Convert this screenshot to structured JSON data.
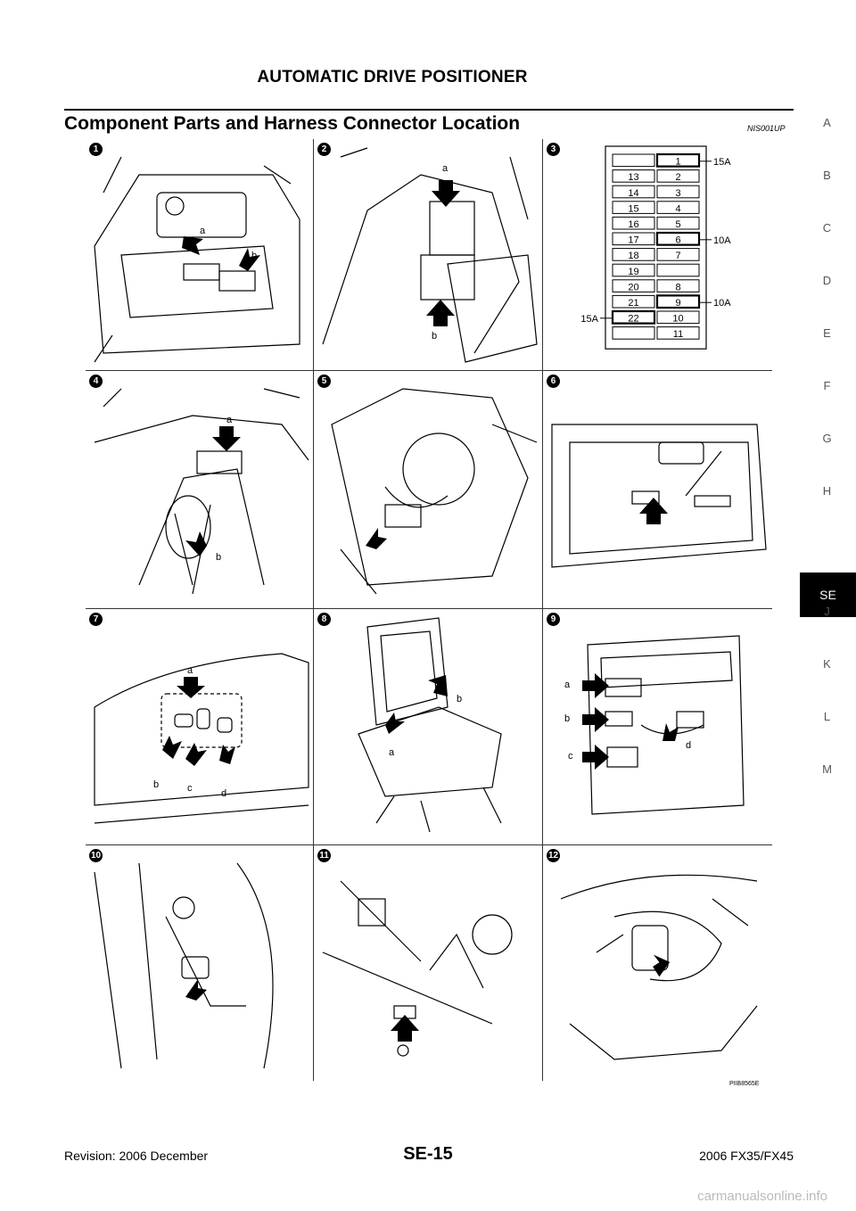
{
  "header": {
    "title": "AUTOMATIC DRIVE POSITIONER"
  },
  "section": {
    "title": "Component Parts and Harness Connector Location",
    "code": "NIS001UP"
  },
  "figures": [
    {
      "num": "1",
      "labels": [
        "a",
        "b"
      ]
    },
    {
      "num": "2",
      "labels": [
        "a",
        "b"
      ]
    },
    {
      "num": "3",
      "labels": []
    },
    {
      "num": "4",
      "labels": [
        "a",
        "b"
      ]
    },
    {
      "num": "5",
      "labels": []
    },
    {
      "num": "6",
      "labels": []
    },
    {
      "num": "7",
      "labels": [
        "a",
        "b",
        "c",
        "d"
      ]
    },
    {
      "num": "8",
      "labels": [
        "b",
        "a"
      ]
    },
    {
      "num": "9",
      "labels": [
        "a",
        "b",
        "c",
        "d"
      ]
    },
    {
      "num": "10",
      "labels": []
    },
    {
      "num": "11",
      "labels": []
    },
    {
      "num": "12",
      "labels": []
    }
  ],
  "fuse_block": {
    "left_column": [
      "",
      "13",
      "14",
      "15",
      "16",
      "17",
      "18",
      "19",
      "20",
      "21",
      "22",
      ""
    ],
    "right_column": [
      "1",
      "2",
      "3",
      "4",
      "5",
      "6",
      "7",
      "",
      "8",
      "9",
      "10",
      "11"
    ],
    "highlighted": [
      "1",
      "6",
      "9",
      "22"
    ],
    "amp_labels": [
      {
        "text": "15A",
        "for": "1"
      },
      {
        "text": "10A",
        "for": "6"
      },
      {
        "text": "10A",
        "for": "9"
      },
      {
        "text": "15A",
        "for": "22"
      }
    ]
  },
  "figure_id": "PIIB8565E",
  "side_nav": {
    "items": [
      "A",
      "B",
      "C",
      "D",
      "E",
      "F",
      "G",
      "H",
      "SE",
      "J",
      "K",
      "L",
      "M"
    ],
    "active": "SE"
  },
  "footer": {
    "revision": "Revision: 2006 December",
    "page": "SE-15",
    "model": "2006 FX35/FX45"
  },
  "watermark": "carmanualsonline.info"
}
